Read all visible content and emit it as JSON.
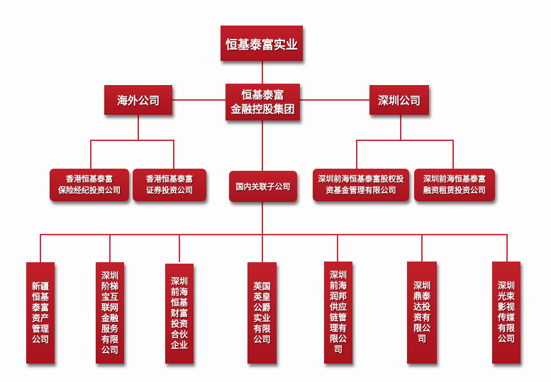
{
  "top": "恒基泰富实业",
  "group": {
    "line1": "恒基泰富",
    "line2": "金融控股集团"
  },
  "overseas": "海外公司",
  "shenzhen": "深圳公司",
  "level3": [
    {
      "line1": "香港恒基泰富",
      "line2": "保险经纪投资公司"
    },
    {
      "line1": "香港恒基泰富",
      "line2": "证券投资公司"
    },
    {
      "line1": "国内关联子公司",
      "line2": ""
    },
    {
      "line1": "深圳前海恒基泰富股权投",
      "line2": "资基金管理有限公司"
    },
    {
      "line1": "深圳前海恒基泰富",
      "line2": "融资租赁投资公司"
    }
  ],
  "subsidiaries": [
    "新疆恒基泰富资产管理公司",
    "深圳阶梯宝互联网金融服务有限公司",
    "深圳前海恒基财富投资合伙企业",
    "英国英皇公爵实业有限公司",
    "深圳前海润邦供应链管理有限公司",
    "深圳鼎泰达投资有限公司",
    "深圳光束影视传媒有限公司"
  ]
}
